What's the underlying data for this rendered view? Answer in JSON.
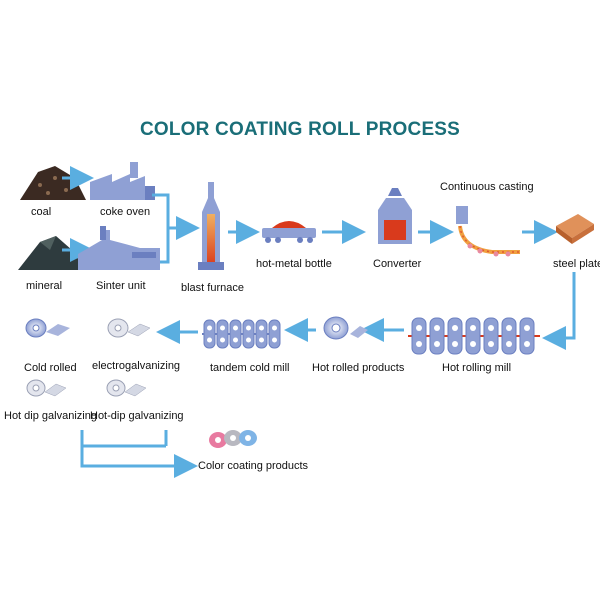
{
  "title": "COLOR COATING ROLL PROCESS",
  "colors": {
    "title": "#1a6e78",
    "arrow": "#5aaee0",
    "machine": "#8fa0d4",
    "machine_dark": "#6b7fc0",
    "molten": "#d93a1c",
    "coal": "#3b2a22",
    "mineral": "#2e3b3e",
    "plate": "#c8703c",
    "coil_pink": "#e87aa0",
    "coil_blue": "#7fb4e6",
    "coil_grey": "#b8b8c0"
  },
  "stages": {
    "coal": "coal",
    "coke_oven": "coke oven",
    "mineral": "mineral",
    "sinter_unit": "Sinter unit",
    "blast_furnace": "blast furnace",
    "hot_metal_bottle": "hot-metal bottle",
    "converter": "Converter",
    "continuous_casting": "Continuous casting",
    "steel_plate": "steel plate",
    "hot_rolling_mill": "Hot rolling mill",
    "hot_rolled_products": "Hot rolled products",
    "tandem_cold_mill": "tandem cold mill",
    "electrogalvanizing": "electrogalvanizing",
    "cold_rolled": "Cold rolled",
    "hot_dip_galvanizing_1": "Hot dip galvanizing",
    "hot_dip_galvanizing_2": "Hot-dip galvanizing",
    "color_coating_products": "Color coating products"
  }
}
